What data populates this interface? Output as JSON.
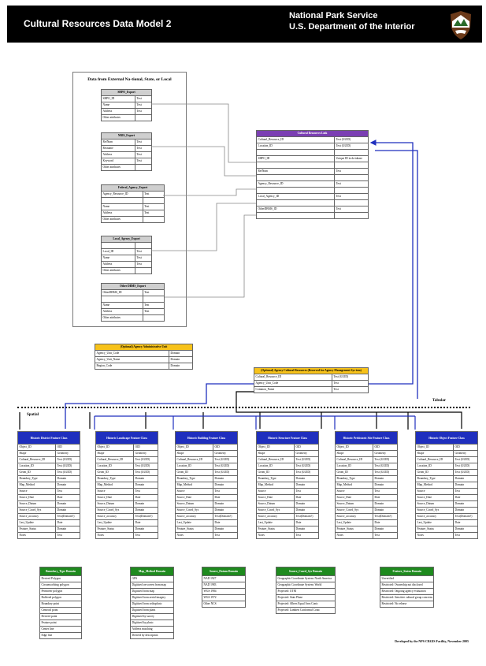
{
  "header": {
    "left_title": "Cultural Resources Data Model 2",
    "right_title_line1": "National Park Service",
    "right_title_line2": "U.S. Department of the Interior",
    "logo_icon": "nps-arrowhead-icon"
  },
  "external": {
    "title": "Data from External Na-tional, State, or Local",
    "tables": [
      {
        "name": "SHPO_Export",
        "rows": [
          [
            "SHPO_ID",
            "Text"
          ],
          [
            "Name",
            "Text"
          ],
          [
            "Address",
            "Text"
          ],
          [
            "Other attributes",
            ""
          ]
        ]
      },
      {
        "name": "NRIS_Export",
        "rows": [
          [
            "RefNum",
            "Text"
          ],
          [
            "Resname",
            "Text"
          ],
          [
            "Address",
            "Text"
          ],
          [
            "Keyword",
            "Text"
          ],
          [
            "Other attributes",
            ""
          ]
        ]
      },
      {
        "name": "Federal_Agency_Export",
        "rows": [
          [
            "Agency_Resource_ID",
            "Text"
          ],
          [
            "",
            ""
          ],
          [
            "Name",
            "Text"
          ],
          [
            "Address",
            "Text"
          ],
          [
            "Other attributes",
            ""
          ]
        ]
      },
      {
        "name": "Local_Agency_Export",
        "rows": [
          [
            "",
            ""
          ],
          [
            "Local_ID",
            "Text"
          ],
          [
            "Name",
            "Text"
          ],
          [
            "Address",
            "Text"
          ],
          [
            "Other attributes",
            ""
          ]
        ]
      },
      {
        "name": "Other DBMS_Export",
        "rows": [
          [
            "OtherDBMS_ID",
            "Text"
          ],
          [
            "",
            ""
          ],
          [
            "Name",
            "Text"
          ],
          [
            "Address",
            "Text"
          ],
          [
            "Other attributes",
            ""
          ]
        ]
      }
    ]
  },
  "link_table": {
    "name": "Cultural Resources Link",
    "rows": [
      [
        "Cultural_Resource_ID",
        "Text (GUID)"
      ],
      [
        "Location_ID",
        "Text (GUID)"
      ],
      [
        "",
        ""
      ],
      [
        "SHPO_ID",
        "Unique ID in da-tabase"
      ],
      [
        "",
        ""
      ],
      [
        "RefNum",
        "Text"
      ],
      [
        "",
        ""
      ],
      [
        "Agency_Resource_ID",
        "Text"
      ],
      [
        "",
        ""
      ],
      [
        "Local_Agency_ID",
        "Text"
      ],
      [
        "",
        ""
      ],
      [
        "OtherDBMS_ID",
        "Text"
      ],
      [
        "",
        ""
      ]
    ]
  },
  "admin_table": {
    "name": "(Optional) Agency Administrative Unit",
    "rows": [
      [
        "Agency_Unit_Code",
        "Domain"
      ],
      [
        "Agency_Unit_Name",
        "Domain"
      ],
      [
        "Region_Code",
        "Domain"
      ]
    ]
  },
  "optional_table": {
    "name": "(Optional) Agency Cultural Resources (Reserved for Agency Management Sys-tem)",
    "rows": [
      [
        "Cultural_Resource_ID",
        "Text (GUID)"
      ],
      [
        "Agency_Unit_Code",
        "Text"
      ],
      [
        "Common_Name",
        "Text"
      ]
    ]
  },
  "labels": {
    "spatial": "Spatial",
    "tabular": "Tabular"
  },
  "feature_classes": [
    {
      "name": "Historic District Feature Class"
    },
    {
      "name": "Historic Landscape Feature Class"
    },
    {
      "name": "Historic Building Feature Class"
    },
    {
      "name": "Historic Structure Feature Class"
    },
    {
      "name": "Historic Prehistoric Site Feature Class"
    },
    {
      "name": "Historic Object Feature Class"
    }
  ],
  "feature_rows": [
    [
      "Object_ID",
      "OID"
    ],
    [
      "Shape",
      "Geometry"
    ],
    [
      "Cultural_Resource_ID",
      "Text (GUID)"
    ],
    [
      "Location_ID",
      "Text (GUID)"
    ],
    [
      "Geom_ID",
      "Text (GUID)"
    ],
    [
      "Boundary_Type",
      "Domain"
    ],
    [
      "Map_Method",
      "Domain"
    ],
    [
      "Source",
      "Text"
    ],
    [
      "Source_Date",
      "Date"
    ],
    [
      "Source_Datum",
      "Domain"
    ],
    [
      "Source_Coord_Sys",
      "Domain"
    ],
    [
      "Source_accuracy",
      "Text(Domain?)"
    ],
    [
      "Last_Update",
      "Date"
    ],
    [
      "Feature_Status",
      "Domain"
    ],
    [
      "Notes",
      "Text"
    ]
  ],
  "domains": [
    {
      "name": "Boundary_Type Domain",
      "rows": [
        "Derived Polygon",
        "Circumscribing polygon",
        "Perimeter polygon",
        "Buffered polygon",
        "Boundary point",
        "Centroid point",
        "Derived point",
        "Feature point",
        "Center line",
        "Edge line"
      ]
    },
    {
      "name": "Map_Method Domain",
      "rows": [
        "GPS",
        "Digitized on-screen from map",
        "Digitized from map",
        "Digitized from aerial imagery",
        "Digitized from orthophoto",
        "Digitized from plans",
        "Digitized by survey",
        "Digitized by photo",
        "Address matching",
        "Derived by description"
      ]
    },
    {
      "name": "Source_Datum Domain",
      "rows": [
        "NAD 1927",
        "NAD 1983",
        "WGS 1984",
        "WGS 1972",
        "Other NCS"
      ]
    },
    {
      "name": "Source_Coord_Sys Domain",
      "rows": [
        "Geographic Coordinate System: North America",
        "Geographic Coordinate System: World",
        "Projected: UTM",
        "Projected: State Plane",
        "Projected: Albers Equal Area Conic",
        "Projected: Lambert Conformal Conic"
      ]
    },
    {
      "name": "Feature_Status Domain",
      "rows": [
        "Unverified",
        "Restricted: Ownership not disclosed",
        "Restricted: Ongoing agency evaluation",
        "Restricted: Sensitive cultural group concerns",
        "Restricted: No release"
      ]
    }
  ],
  "footer": "Developed by the NPS CRGIS Facility, November 2005",
  "colors": {
    "header": "#000000",
    "purple": "#7b3fb3",
    "yellow": "#f7c21a",
    "blue": "#1f2fbe",
    "green": "#1e8a1e",
    "gray": "#cfcfcf"
  }
}
